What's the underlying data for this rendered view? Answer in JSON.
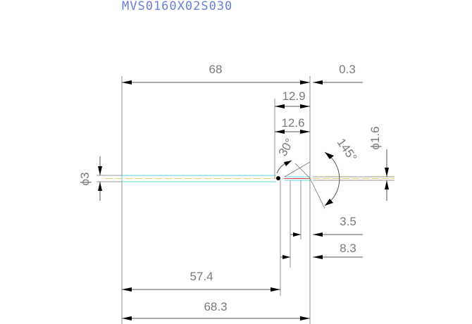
{
  "drawing": {
    "title": "MVS0160X02S030",
    "dimensions": {
      "overall_length": "68",
      "offset": "0.3",
      "tip_length_outer": "12.9",
      "tip_length_inner": "12.6",
      "shank_diameter": "ϕ3",
      "tip_diameter": "ϕ1.6",
      "angle_small": "30°",
      "angle_large": "145°",
      "step_a": "3.5",
      "step_b": "8.3",
      "shank_length": "57.4",
      "total_length": "68.3"
    },
    "colors": {
      "title": "#6a7fd6",
      "dimension_text": "#7a7a7a",
      "body_outline": "#58d8e0",
      "center_line": "#e8d36a",
      "cut_edge": "#e04040"
    }
  }
}
